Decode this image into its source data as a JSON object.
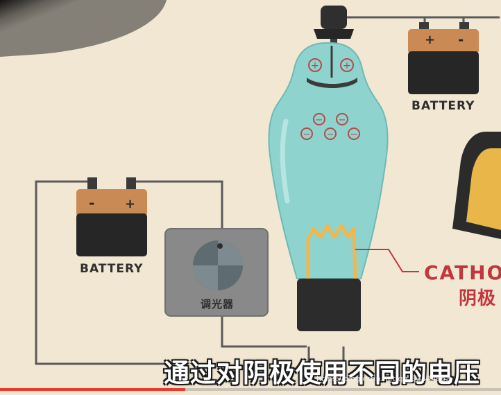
{
  "labels": {
    "battery_top": "BATTERY",
    "battery_left": "BATTERY",
    "cathode_en": "CATHO",
    "cathode_zh": "阴极",
    "dimmer": "调光器"
  },
  "electron_symbols": {
    "plus": "+",
    "minus": "−"
  },
  "battery_terminals": {
    "plus": "+",
    "minus": "-"
  },
  "subtitle": "通过对阴极使用不同的电压",
  "watermark": "https://blog.csdn.net/qq_33444963",
  "video": {
    "progress_fraction": 0.37
  },
  "colors": {
    "background": "#f1e7d2",
    "tube_glass": "#8fd3cf",
    "wire": "#5a5a5a",
    "cathode_red": "#c2363d",
    "filament": "#f2b64d",
    "battery_copper": "#c98a56",
    "battery_black": "#262626",
    "dimmer_box": "#898989",
    "progress_red": "#e83b2e"
  }
}
